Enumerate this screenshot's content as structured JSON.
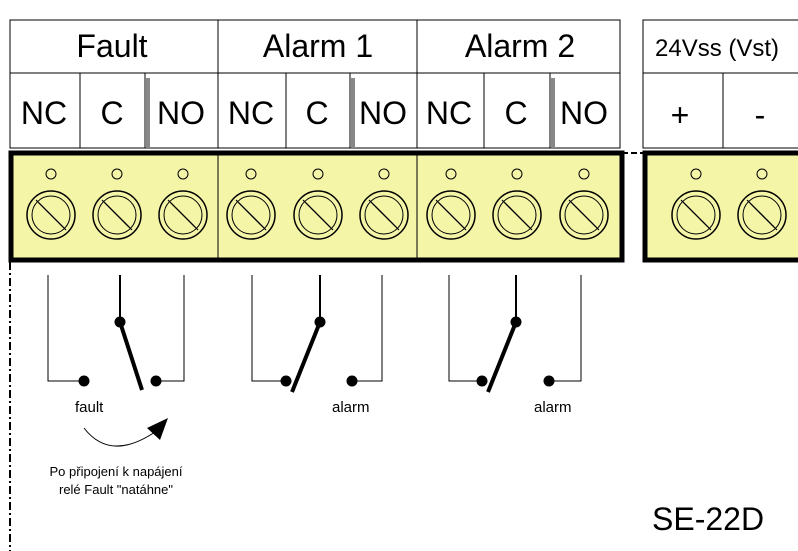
{
  "header": {
    "groups": [
      {
        "title": "Fault",
        "terminals": [
          "NC",
          "C",
          "NO"
        ]
      },
      {
        "title": "Alarm 1",
        "terminals": [
          "NC",
          "C",
          "NO"
        ]
      },
      {
        "title": "Alarm 2",
        "terminals": [
          "NC",
          "C",
          "NO"
        ]
      }
    ],
    "power": {
      "title": "24Vss (Vst)",
      "terminals": [
        "+",
        "-"
      ]
    }
  },
  "contacts": {
    "fault_label": "fault",
    "alarm1_label": "alarm",
    "alarm2_label": "alarm"
  },
  "note": {
    "line1": "Po připojení k napájení",
    "line2": "relé Fault \"natáhne\""
  },
  "model": "SE-22D",
  "colors": {
    "terminal_fill": "#f5f5a8",
    "terminal_border": "#000000",
    "header_border": "#000000",
    "shadow": "#8a8a8a"
  }
}
